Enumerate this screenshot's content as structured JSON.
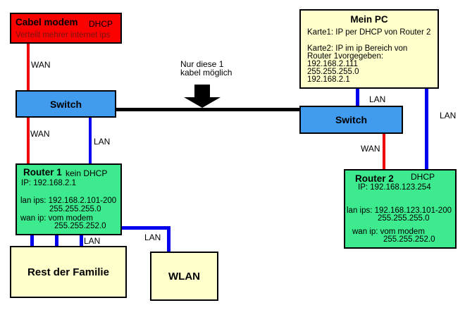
{
  "colors": {
    "red_box": "#fb0100",
    "blue_box": "#419cf0",
    "green_box": "#3dea8e",
    "yellow_box": "#ffffcc",
    "red_line": "#ee0000",
    "blue_line": "#0000ee",
    "black_line": "#000000",
    "dark_red_text": "#7a1212"
  },
  "nodes": {
    "cable_modem": {
      "title": "Cabel modem",
      "tag": "DHCP",
      "subtitle": "Verteilt mehrer internet ips"
    },
    "switch_left": {
      "label": "Switch"
    },
    "switch_right": {
      "label": "Switch"
    },
    "router1": {
      "title": "Router 1",
      "tag": "kein DHCP",
      "ip": "IP: 192.168.2.1",
      "lan_ips": "lan ips: 192.168.2.101-200",
      "lan_mask": "255.255.255.0",
      "wan_ip": "wan ip: vom modem",
      "wan_mask": "255.255.252.0"
    },
    "router2": {
      "title": "Router 2",
      "tag": "DHCP",
      "ip": "IP: 192.168.123.254",
      "lan_ips": "lan ips: 192.168.123.101-200",
      "lan_mask": "255.255.255.0",
      "wan_ip": "wan ip: vom modem",
      "wan_mask": "255.255.252.0"
    },
    "mein_pc": {
      "title": "Mein PC",
      "karte1": "Karte1: IP per DHCP von Router 2",
      "karte2_l1": "Karte2: IP im ip Bereich von",
      "karte2_l2": "Router 1vorgegeben:",
      "karte2_l3": "192.168.2.111",
      "karte2_l4": "255.255.255.0",
      "karte2_l5": "192.168.2.1"
    },
    "family": {
      "label": "Rest der Familie"
    },
    "wlan": {
      "label": "WLAN"
    }
  },
  "annotation": {
    "line1": "Nur diese 1",
    "line2": "kabel möglich"
  },
  "labels": {
    "wan": "WAN",
    "lan": "LAN"
  }
}
